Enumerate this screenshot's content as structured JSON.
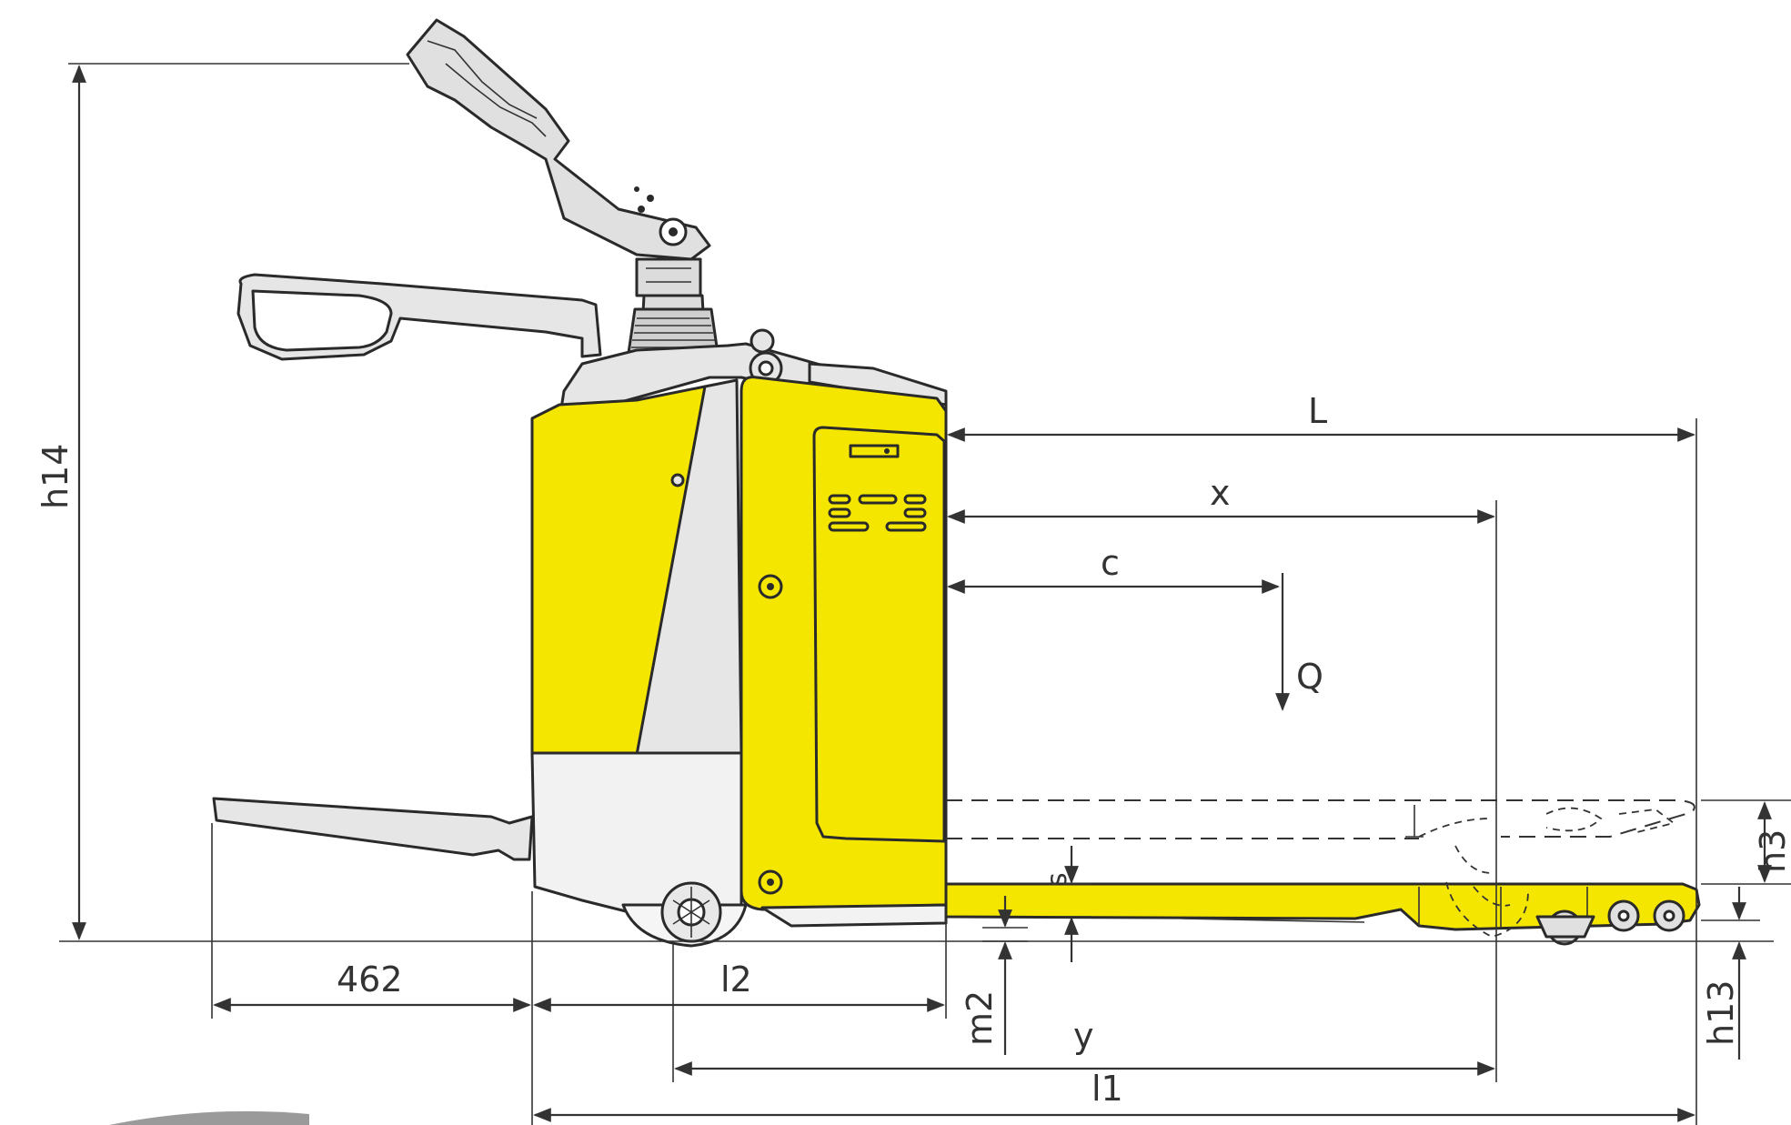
{
  "labels": {
    "h14": "h14",
    "l462": "462",
    "l2": "l2",
    "m2": "m2",
    "y": "y",
    "l1": "l1",
    "L": "L",
    "x": "x",
    "c": "c",
    "Q": "Q",
    "s": "s",
    "h3": "h3",
    "h13": "h13"
  },
  "colors": {
    "body_yellow": "#f5e600",
    "outline": "#2a2a2a",
    "panel_grey": "#e6e6e6",
    "dimension_line": "#333333"
  }
}
